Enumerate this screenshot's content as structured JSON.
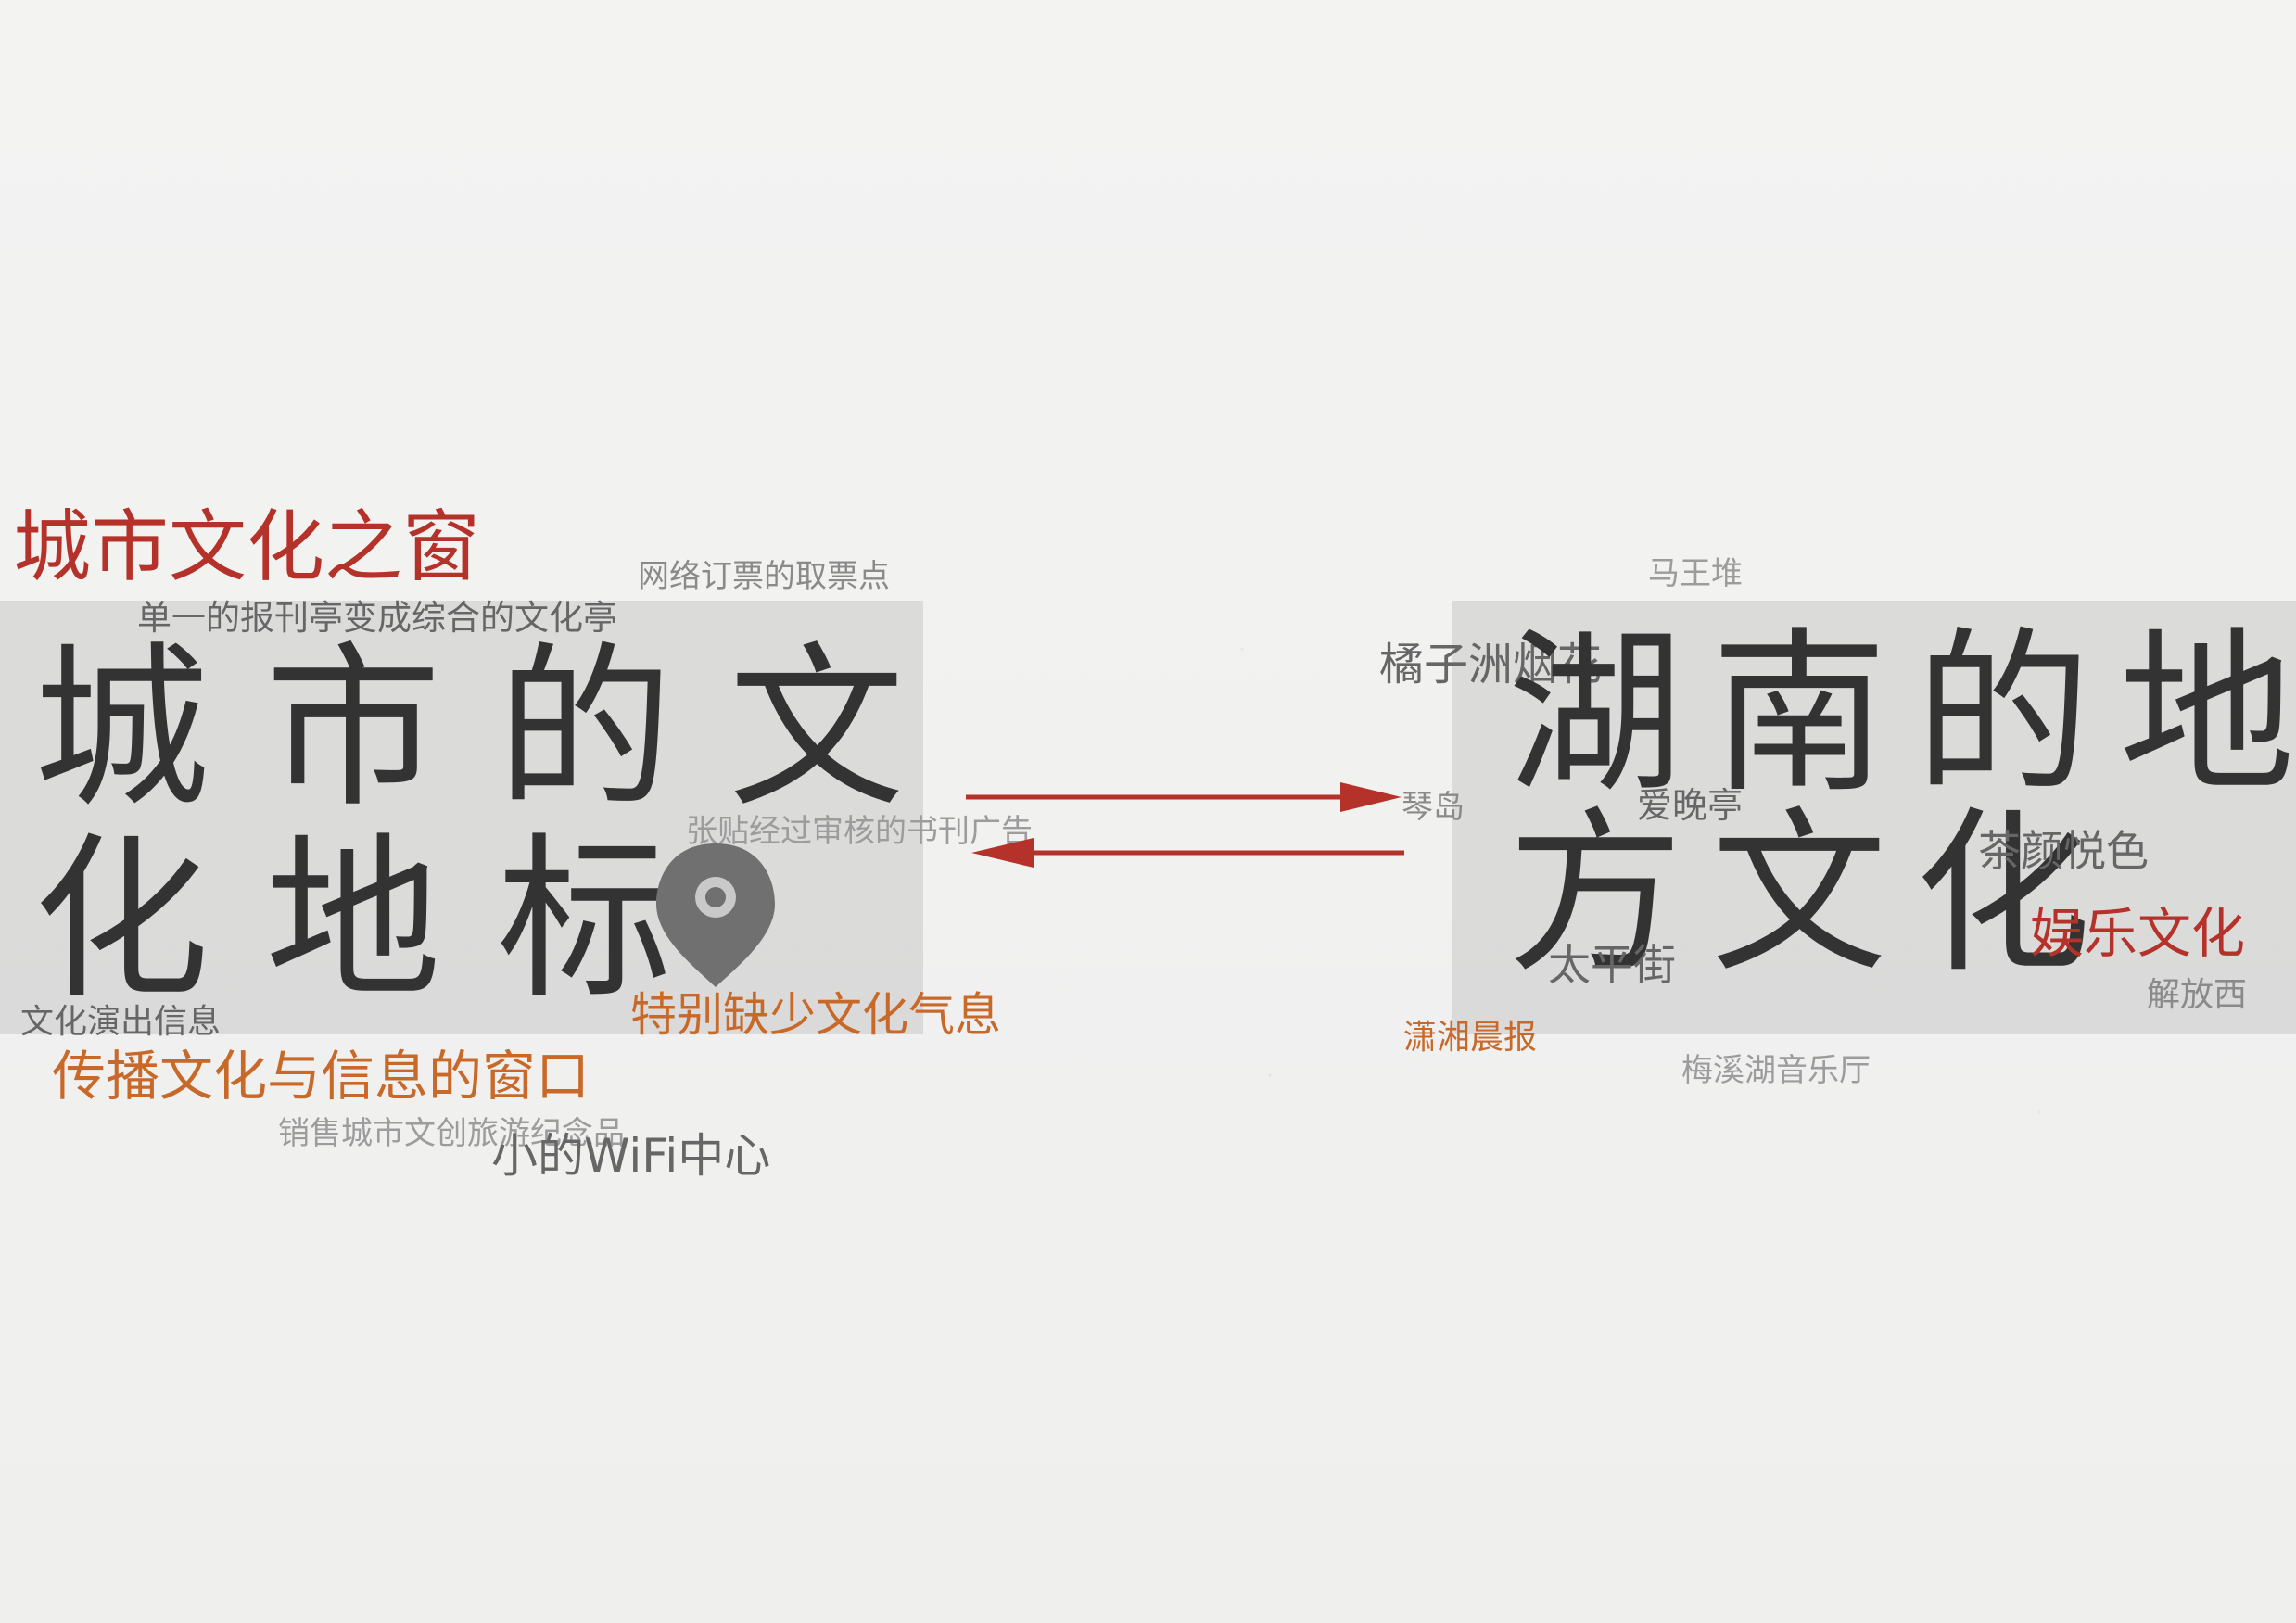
{
  "colors": {
    "accent_red": "#b5322a",
    "accent_orange": "#c8692a",
    "text_dark": "#333333",
    "panel": "#c8c8c8"
  },
  "left": {
    "heading": "城市文化之窗",
    "title_line1": "城市的文",
    "title_line2": "化地标",
    "pin_icon": "location-pin-icon",
    "notes": {
      "ticketing": "网络订票的取票点",
      "newsstand": "单一的报刊亭变成综合的文化亭",
      "ads": "张贴经过审核的书刊广告",
      "performances": "文化演出信息",
      "lacking": "特别缺少文化气息",
      "window": "传播文化与信息的窗口",
      "souvenirs": "销售城市文创旅游纪念品",
      "wifi": "小的WiFi中心"
    }
  },
  "right": {
    "title_line1": "湖南的地",
    "title_line2": "方文化",
    "places": {
      "mawangdui": "马王堆",
      "juzizhou": "橘子洲烟花",
      "qindao": "琴岛",
      "aiwanting": "爱晚亭",
      "chayan": "茶颜悦色",
      "entertainment": "娱乐文化",
      "taiping": "太平街",
      "jiefangxi": "解放西",
      "xiaoxiang": "潇湘晨报",
      "meixihu": "梅溪湖音乐厅"
    }
  }
}
